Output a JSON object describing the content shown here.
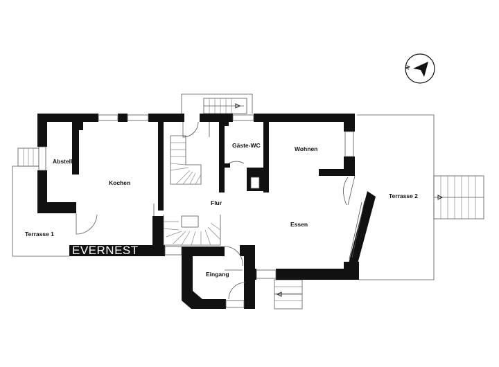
{
  "rooms": {
    "abstell": "Abstell",
    "kochen": "Kochen",
    "gaeste_wc": "Gäste-WC",
    "wohnen": "Wohnen",
    "flur": "Flur",
    "essen": "Essen",
    "terrasse1": "Terrasse 1",
    "terrasse2": "Terrasse 2",
    "eingang": "Eingang"
  },
  "watermark": "EVERNEST",
  "compass": {
    "label": "N"
  },
  "colors": {
    "wall": "#111111",
    "background": "#ffffff",
    "line": "#555555"
  }
}
